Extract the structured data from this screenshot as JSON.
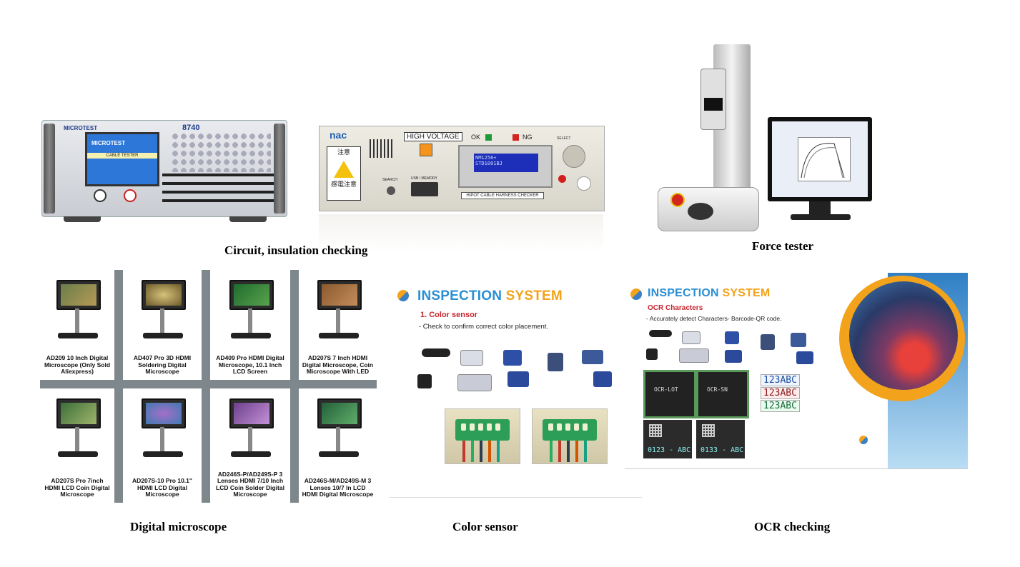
{
  "captions": {
    "circuit": "Circuit, insulation checking",
    "force": "Force tester",
    "microscope": "Digital microscope",
    "color": "Color sensor",
    "ocr": "OCR checking"
  },
  "microtest": {
    "brand": "MICROTEST",
    "model": "8740",
    "screen_logo": "MICROTEST",
    "screen_label": "CABLE TESTER"
  },
  "hipot": {
    "brand": "nac",
    "high_voltage": "HIGH VOLTAGE",
    "ok": "OK",
    "ng": "NG",
    "lcd_line1": "NM1256+",
    "lcd_line2": "STD1001BJ",
    "warning_top": "注意",
    "warning_bottom": "感電注意",
    "search": "SEARCH",
    "usb": "USB / MEMORY",
    "select": "SELECT",
    "banner": "HIPOT CABLE HARNESS CHECKER"
  },
  "microscopes": [
    {
      "label": "AD209 10 Inch Digital Microscope (Only Sold Aliexpress)"
    },
    {
      "label": "AD407 Pro 3D HDMI Soldering Digital Microscope"
    },
    {
      "label": "AD409 Pro HDMI Digital Microscope, 10.1 Inch LCD Screen"
    },
    {
      "label": "AD207S 7 Inch HDMI Digital Microscope, Coin Microscope With LED"
    },
    {
      "label": "AD207S Pro 7inch HDMI LCD Coin Digital Microscope"
    },
    {
      "label": "AD207S-10 Pro 10.1\" HDMI LCD Digital Microscope"
    },
    {
      "label": "AD246S-P/AD249S-P 3 Lenses HDMI 7/10 Inch LCD Coin Solder Digital Microscope"
    },
    {
      "label": "AD246S-M/AD249S-M 3 Lenses 10/7 In LCD HDMI Digital Microscope"
    }
  ],
  "color_slide": {
    "title_a": "INSPECTION",
    "title_b": "SYSTEM",
    "subtitle": "1. Color sensor",
    "desc": "- Check to confirm correct color placement."
  },
  "ocr_slide": {
    "title_a": "INSPECTION",
    "title_b": "SYSTEM",
    "subtitle": "OCR Characters",
    "desc": "- Accurately detect Characters- Barcode-QR code.",
    "chip1": "OCR-LOT",
    "chip2": "OCR-SN",
    "ocr1": "123ABC",
    "ocr2": "123ABC",
    "ocr3": "123ABC",
    "qr1": "0123 - ABC",
    "qr2": "0133 - ABC"
  },
  "colors": {
    "accent_blue": "#2a8fd4",
    "accent_orange": "#f3a31b",
    "accent_red": "#c8262e"
  }
}
